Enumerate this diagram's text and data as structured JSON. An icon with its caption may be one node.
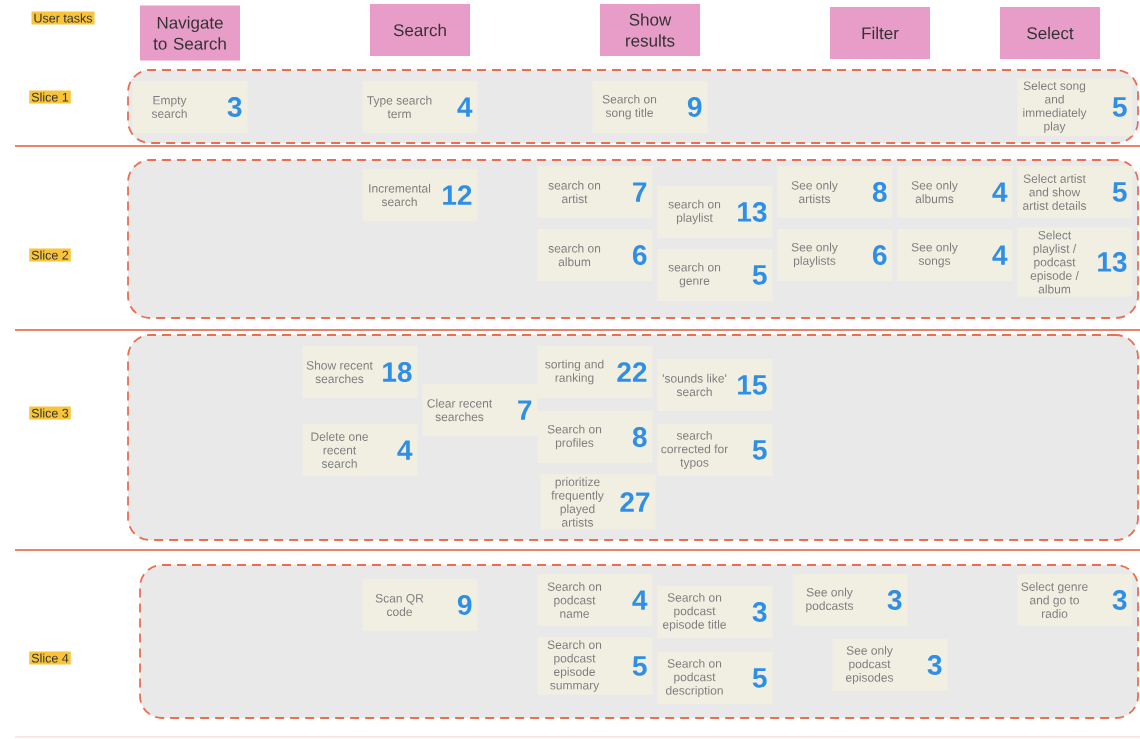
{
  "diagram": {
    "nodes": [
      {
        "text": [
          "User tasks"
        ]
      },
      {
        "text": [
          "Navigate to Search"
        ]
      },
      {
        "text": [
          "Search"
        ]
      },
      {
        "text": [
          "Show results"
        ]
      },
      {
        "text": [
          "Filter"
        ]
      },
      {
        "text": [
          "Select"
        ]
      },
      {
        "text": [
          "Slice 1"
        ]
      },
      {
        "text": [],
        "shape": "box"
      },
      {
        "text": [
          "Empty search",
          "3"
        ],
        "in": 7
      },
      {
        "text": [
          "Type search term",
          "4"
        ],
        "in": 7
      },
      {
        "text": [
          "Search on song title",
          "9"
        ],
        "in": 7
      },
      {
        "text": [
          "Select song and immediately play",
          "5"
        ],
        "in": 7
      },
      {
        "text": [
          "Slice 2"
        ]
      },
      {
        "text": [],
        "shape": "box"
      },
      {
        "text": [
          "Incremental search",
          "12"
        ],
        "in": 13
      },
      {
        "text": [
          "search on artist",
          "7"
        ],
        "in": 13
      },
      {
        "text": [
          "search on playlist",
          "13"
        ],
        "in": 13
      },
      {
        "text": [
          "search on album",
          "6"
        ],
        "in": 13
      },
      {
        "text": [
          "search on genre",
          "5"
        ],
        "in": 13
      },
      {
        "text": [
          "See only artists",
          "8"
        ],
        "in": 13
      },
      {
        "text": [
          "See only playlists",
          "6"
        ],
        "in": 13
      },
      {
        "text": [
          "See only albums",
          "4"
        ],
        "in": 13
      },
      {
        "text": [
          "See only songs",
          "4"
        ],
        "in": 13
      },
      {
        "text": [
          "Select artist and show artist details",
          "5"
        ],
        "in": 13
      },
      {
        "text": [
          "Select playlist / podcast episode / album",
          "13"
        ],
        "in": 13
      },
      {
        "text": [
          "Slice 3"
        ]
      },
      {
        "text": [],
        "shape": "box"
      },
      {
        "text": [
          "Show recent searches",
          "18"
        ],
        "in": 26
      },
      {
        "text": [
          "Clear recent searches",
          "7"
        ],
        "in": 26
      },
      {
        "text": [
          "Delete one recent search",
          "4"
        ],
        "in": 26
      },
      {
        "text": [
          "sorting and ranking",
          "22"
        ],
        "in": 26
      },
      {
        "text": [
          "'sounds like' search",
          "15"
        ],
        "in": 26
      },
      {
        "text": [
          "Search on profiles",
          "8"
        ],
        "in": 26
      },
      {
        "text": [
          "search corrected for typos",
          "5"
        ],
        "in": 26
      },
      {
        "text": [
          "prioritize frequently played artists",
          "27"
        ],
        "in": 26
      },
      {
        "text": [
          "Slice 4"
        ]
      },
      {
        "text": [],
        "shape": "box"
      },
      {
        "text": [
          "Scan QR code",
          "9"
        ],
        "in": 36
      },
      {
        "text": [
          "Search on podcast name",
          "4"
        ],
        "in": 36
      },
      {
        "text": [
          "Search on podcast episode title",
          "3"
        ],
        "in": 36
      },
      {
        "text": [
          "Search on podcast episode summary",
          "5"
        ],
        "in": 36
      },
      {
        "text": [
          "Search on podcast description",
          "5"
        ],
        "in": 36
      },
      {
        "text": [
          "See only podcasts",
          "3"
        ],
        "in": 36
      },
      {
        "text": [
          "See only podcast episodes",
          "3"
        ],
        "in": 36
      },
      {
        "text": [
          "Select genre and go to radio",
          "3"
        ],
        "in": 36
      }
    ]
  }
}
